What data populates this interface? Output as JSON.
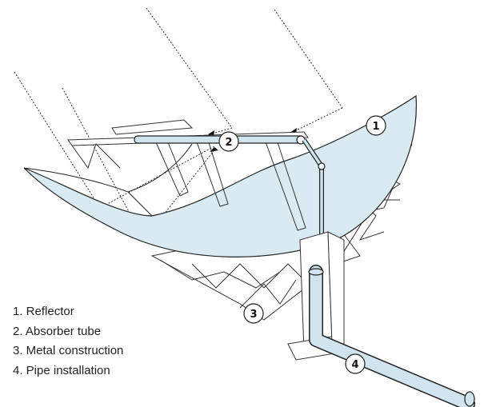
{
  "legend": [
    {
      "number": "1",
      "label": "1. Reflector"
    },
    {
      "number": "2",
      "label": "2. Absorber tube"
    },
    {
      "number": "3",
      "label": "3. Metal construction"
    },
    {
      "number": "4",
      "label": "4. Pipe installation"
    }
  ],
  "callouts": [
    "1",
    "2",
    "3",
    "4"
  ],
  "colors": {
    "reflector_fill": "#d9eaf2",
    "pipe_fill": "#cfe4ef",
    "line": "#333333",
    "frame": "#ffffff"
  }
}
